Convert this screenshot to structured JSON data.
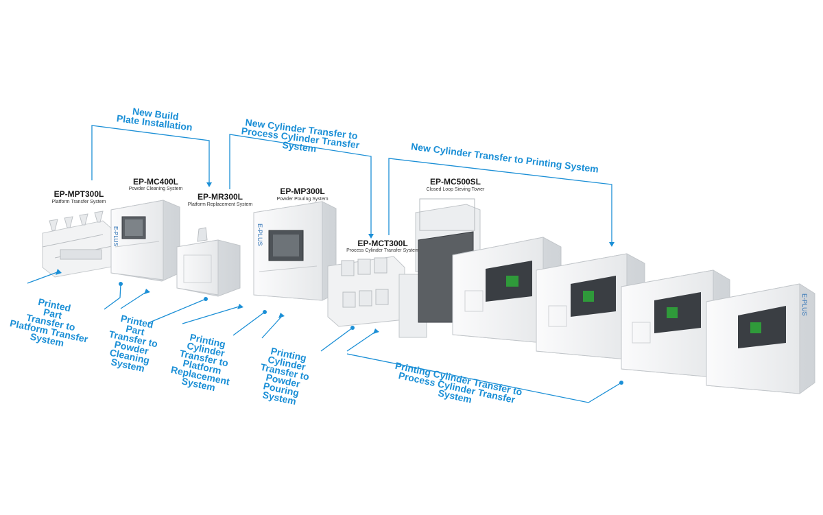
{
  "colors": {
    "flow_blue": "#1b8fd6",
    "machine_body": "#f4f5f6",
    "machine_edge": "#c9cdd1",
    "screen_green": "#2f9a3a",
    "panel_dark": "#3a3e43"
  },
  "machines": [
    {
      "model": "EP-MPT300L",
      "subtitle": "Platform Transfer System"
    },
    {
      "model": "EP-MC400L",
      "subtitle": "Powder Cleaning System"
    },
    {
      "model": "EP-MR300L",
      "subtitle": "Platform Replacement System"
    },
    {
      "model": "EP-MP300L",
      "subtitle": "Powder Pouring System"
    },
    {
      "model": "EP-MCT300L",
      "subtitle": "Process Cylinder Transfer System"
    },
    {
      "model": "EP-MC500SL",
      "subtitle": "Closed Loop Sieving Tower"
    }
  ],
  "top_flows": [
    "New Build\nPlate Installation",
    "New Cylinder Transfer to\nProcess Cylinder Transfer System",
    "New Cylinder Transfer to Printing System"
  ],
  "bottom_flows": [
    "Printed\nPart\nTransfer to\nPlatform Transfer\nSystem",
    "Printed\nPart\nTransfer to\nPowder\nCleaning\nSystem",
    "Printing\nCylinder\nTransfer to\nPlatform\nReplacement\nSystem",
    "Printing\nCylinder\nTransfer to\nPowder\nPouring\nSystem",
    "Printing Cylinder Transfer to\nProcess Cylinder Transfer System"
  ],
  "brand": {
    "name": "E-PLUS"
  }
}
